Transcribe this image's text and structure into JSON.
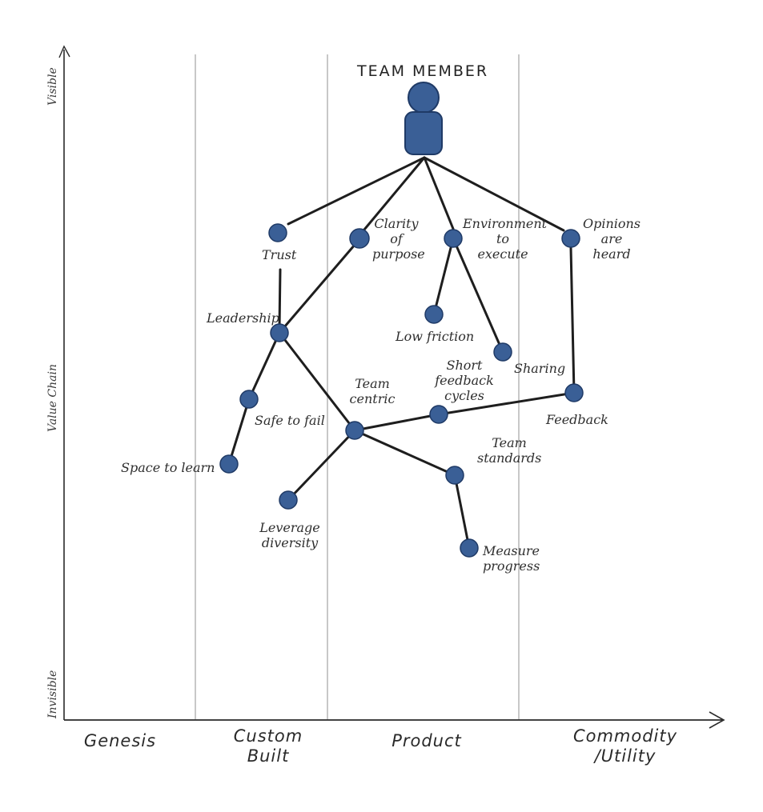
{
  "title": "TEAM MEMBER",
  "axes": {
    "y_label": "Value Chain",
    "y_top": "Visible",
    "y_bottom": "Invisible",
    "stages": [
      "Genesis",
      "Custom\nBuilt",
      "Product",
      "Commodity\n/Utility"
    ]
  },
  "nodes": {
    "trust": "Trust",
    "clarity": "Clarity\nof\npurpose",
    "environment": "Environment\nto\nexecute",
    "opinions": "Opinions\nare\nheard",
    "leadership": "Leadership",
    "low_friction": "Low friction",
    "sharing": "Sharing",
    "team_centric": "Team\ncentric",
    "short_feedback": "Short\nfeedback\ncycles",
    "feedback": "Feedback",
    "safe_to_fail": "Safe to fail",
    "space_to_learn": "Space to learn",
    "team_standards": "Team\nstandards",
    "leverage_diversity": "Leverage\ndiversity",
    "measure_progress": "Measure\nprogress"
  },
  "colors": {
    "node": "#3a5f96",
    "node_stroke": "#1f3a66",
    "edge": "#1e1e1e",
    "grid": "#c8c8c8",
    "axis": "#2a2a2a"
  }
}
